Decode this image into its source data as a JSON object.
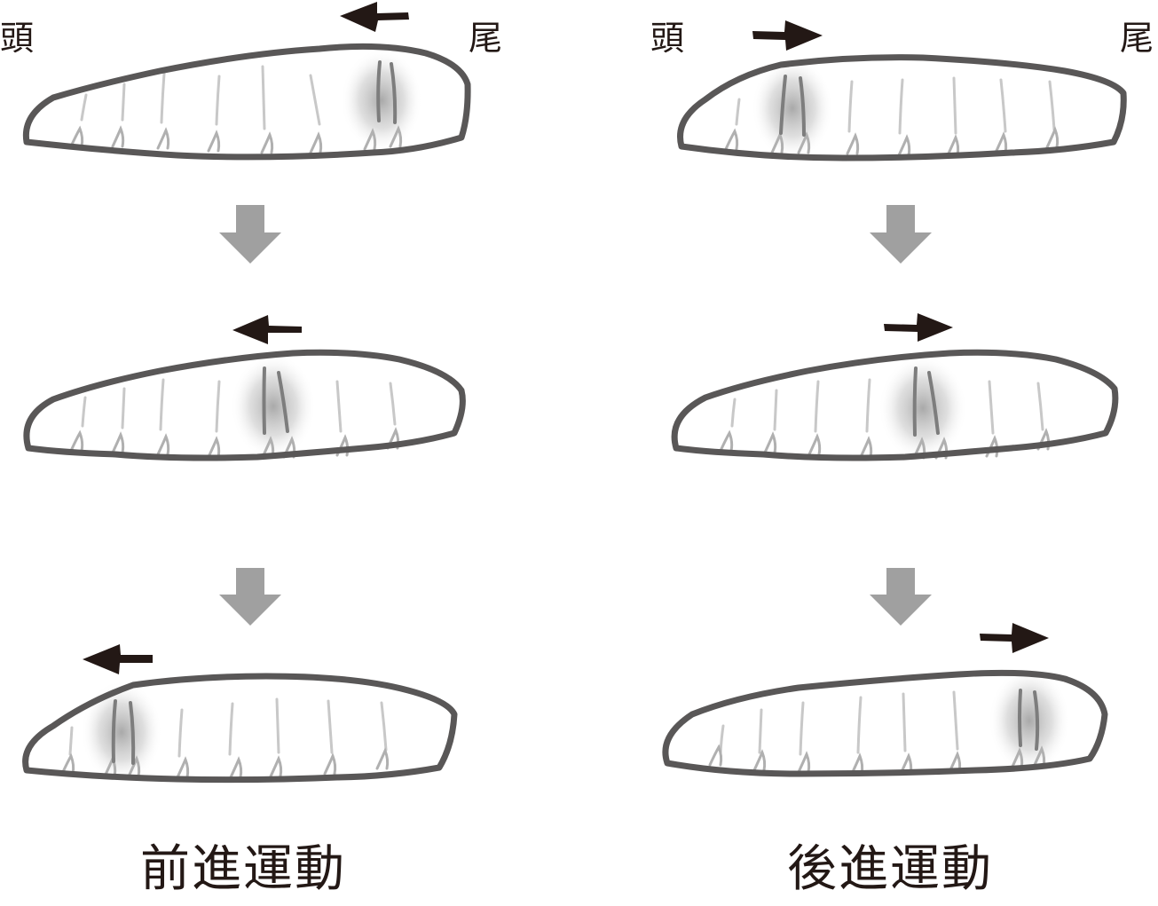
{
  "labels": {
    "forward_head": "頭",
    "forward_tail": "尾",
    "backward_head": "頭",
    "backward_tail": "尾"
  },
  "captions": {
    "forward": "前進運動",
    "backward": "後進運動"
  },
  "colors": {
    "outline": "#595757",
    "segment_line": "#c8c8c8",
    "contraction": "#7d7d7d",
    "step_arrow": "#a0a0a0",
    "direction_arrow": "#231815"
  },
  "panels": [
    {
      "name": "forward",
      "direction": "left",
      "contraction_position_by_step": [
        0.82,
        0.58,
        0.2
      ]
    },
    {
      "name": "backward",
      "direction": "right",
      "contraction_position_by_step": [
        0.2,
        0.55,
        0.86
      ]
    }
  ]
}
